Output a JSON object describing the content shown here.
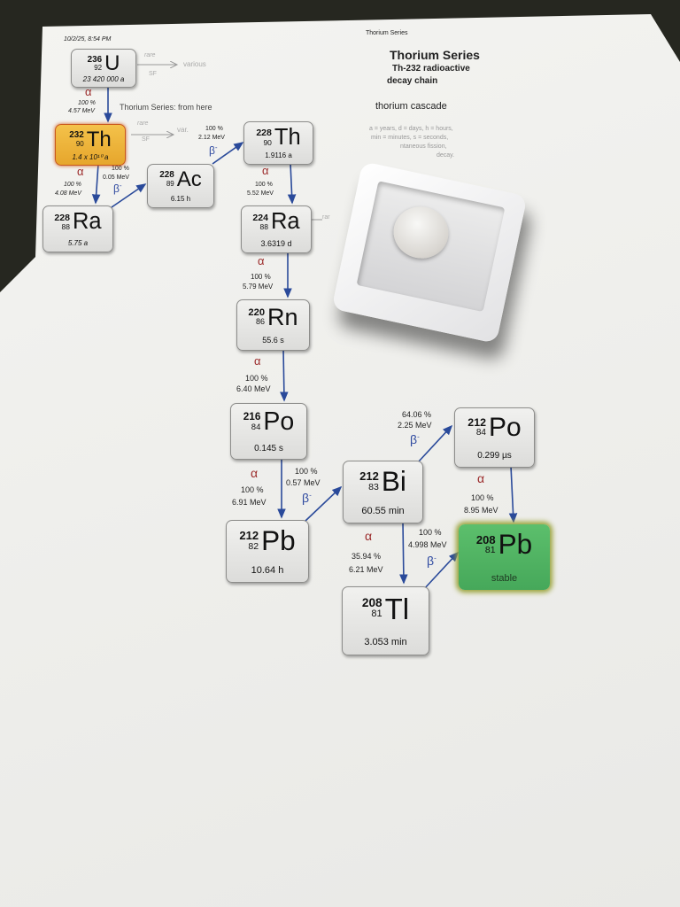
{
  "header": {
    "timestamp": "10/2/25, 8:54 PM",
    "small_title": "Thorium Series",
    "title": "Thorium Series",
    "subtitle1": "Th-232 radioactive",
    "subtitle2": "decay chain",
    "cascade": "thorium cascade",
    "legend": [
      "a = years, d = days, h = hours,",
      "min = minutes, s = seconds,",
      "ntaneous fission,",
      "decay."
    ],
    "from_here": "Thorium Series: from here"
  },
  "side": {
    "u_rare": "rare",
    "u_sf": "SF",
    "u_target": "various",
    "th_rare": "rare",
    "th_sf": "SF",
    "th_target": "var.",
    "ra224_rare": "rar"
  },
  "nuclides": [
    {
      "mass": "236",
      "z": "92",
      "sym": "U",
      "hl": "23 420 000 a"
    },
    {
      "mass": "232",
      "z": "90",
      "sym": "Th",
      "hl": "1.4 x 10¹⁰ a"
    },
    {
      "mass": "228",
      "z": "88",
      "sym": "Ra",
      "hl": "5.75 a"
    },
    {
      "mass": "228",
      "z": "89",
      "sym": "Ac",
      "hl": "6.15 h"
    },
    {
      "mass": "228",
      "z": "90",
      "sym": "Th",
      "hl": "1.9116 a"
    },
    {
      "mass": "224",
      "z": "88",
      "sym": "Ra",
      "hl": "3.6319 d"
    },
    {
      "mass": "220",
      "z": "86",
      "sym": "Rn",
      "hl": "55.6 s"
    },
    {
      "mass": "216",
      "z": "84",
      "sym": "Po",
      "hl": "0.145 s"
    },
    {
      "mass": "212",
      "z": "82",
      "sym": "Pb",
      "hl": "10.64 h"
    },
    {
      "mass": "212",
      "z": "83",
      "sym": "Bi",
      "hl": "60.55 min"
    },
    {
      "mass": "212",
      "z": "84",
      "sym": "Po",
      "hl": "0.299 µs"
    },
    {
      "mass": "208",
      "z": "81",
      "sym": "Pb",
      "hl": "stable"
    },
    {
      "mass": "208",
      "z": "81",
      "sym": "Tl",
      "hl": "3.053 min"
    }
  ],
  "decays": [
    {
      "type": "α",
      "pct": "100 %",
      "energy": "4.57 MeV"
    },
    {
      "type": "α",
      "pct": "100 %",
      "energy": "4.08 MeV"
    },
    {
      "type": "β",
      "pct": "100 %",
      "energy": "0.05 MeV"
    },
    {
      "type": "β",
      "pct": "100 %",
      "energy": "2.12 MeV"
    },
    {
      "type": "α",
      "pct": "100 %",
      "energy": "5.52 MeV"
    },
    {
      "type": "α",
      "pct": "100 %",
      "energy": "5.79 MeV"
    },
    {
      "type": "α",
      "pct": "100 %",
      "energy": "6.40 MeV"
    },
    {
      "type": "α",
      "pct": "100 %",
      "energy": "6.91 MeV"
    },
    {
      "type": "β",
      "pct": "100 %",
      "energy": "0.57 MeV"
    },
    {
      "type": "β",
      "pct": "64.06 %",
      "energy": "2.25 MeV"
    },
    {
      "type": "α",
      "pct": "35.94 %",
      "energy": "6.21 MeV"
    },
    {
      "type": "β",
      "pct": "100 %",
      "energy": "4.998 MeV"
    },
    {
      "type": "α",
      "pct": "100 %",
      "energy": "8.95 MeV"
    }
  ],
  "colors": {
    "alpha": "#9b2a2a",
    "beta": "#2f4aa0",
    "arrow": "#2a4a9a",
    "start": "#f0b43a",
    "stable": "#4fb463"
  }
}
